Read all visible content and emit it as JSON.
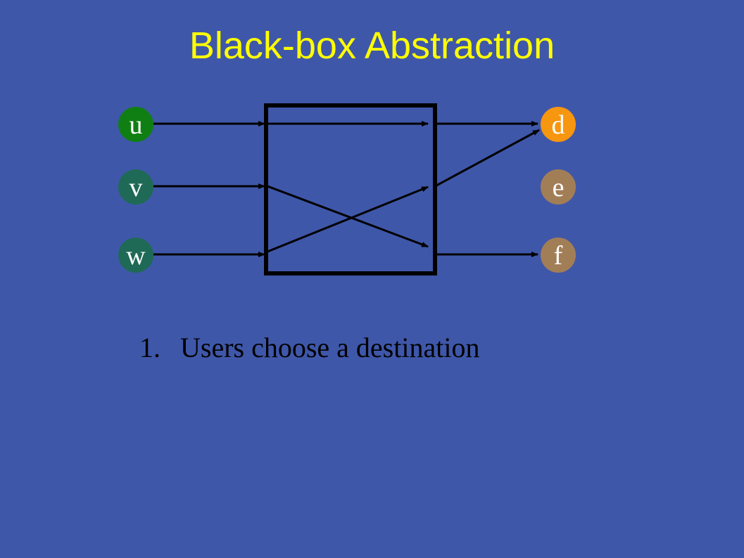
{
  "slide": {
    "title": "Black-box Abstraction",
    "bullet_number": "1.",
    "bullet_text": "Users choose a destination"
  },
  "colors": {
    "background": "#3F57A9",
    "title": "#FFFF00",
    "line": "#000000",
    "node_label": "#FFFFFF",
    "source_u": "#107F13",
    "source_vw": "#1F6A56",
    "dest_d": "#F7960F",
    "dest_ef": "#A27E57"
  },
  "nodes": {
    "u": "u",
    "v": "v",
    "w": "w",
    "d": "d",
    "e": "e",
    "f": "f"
  },
  "edges": [
    {
      "from": "u",
      "to": "d"
    },
    {
      "from": "v",
      "to": "f"
    },
    {
      "from": "w",
      "to": "d"
    }
  ]
}
